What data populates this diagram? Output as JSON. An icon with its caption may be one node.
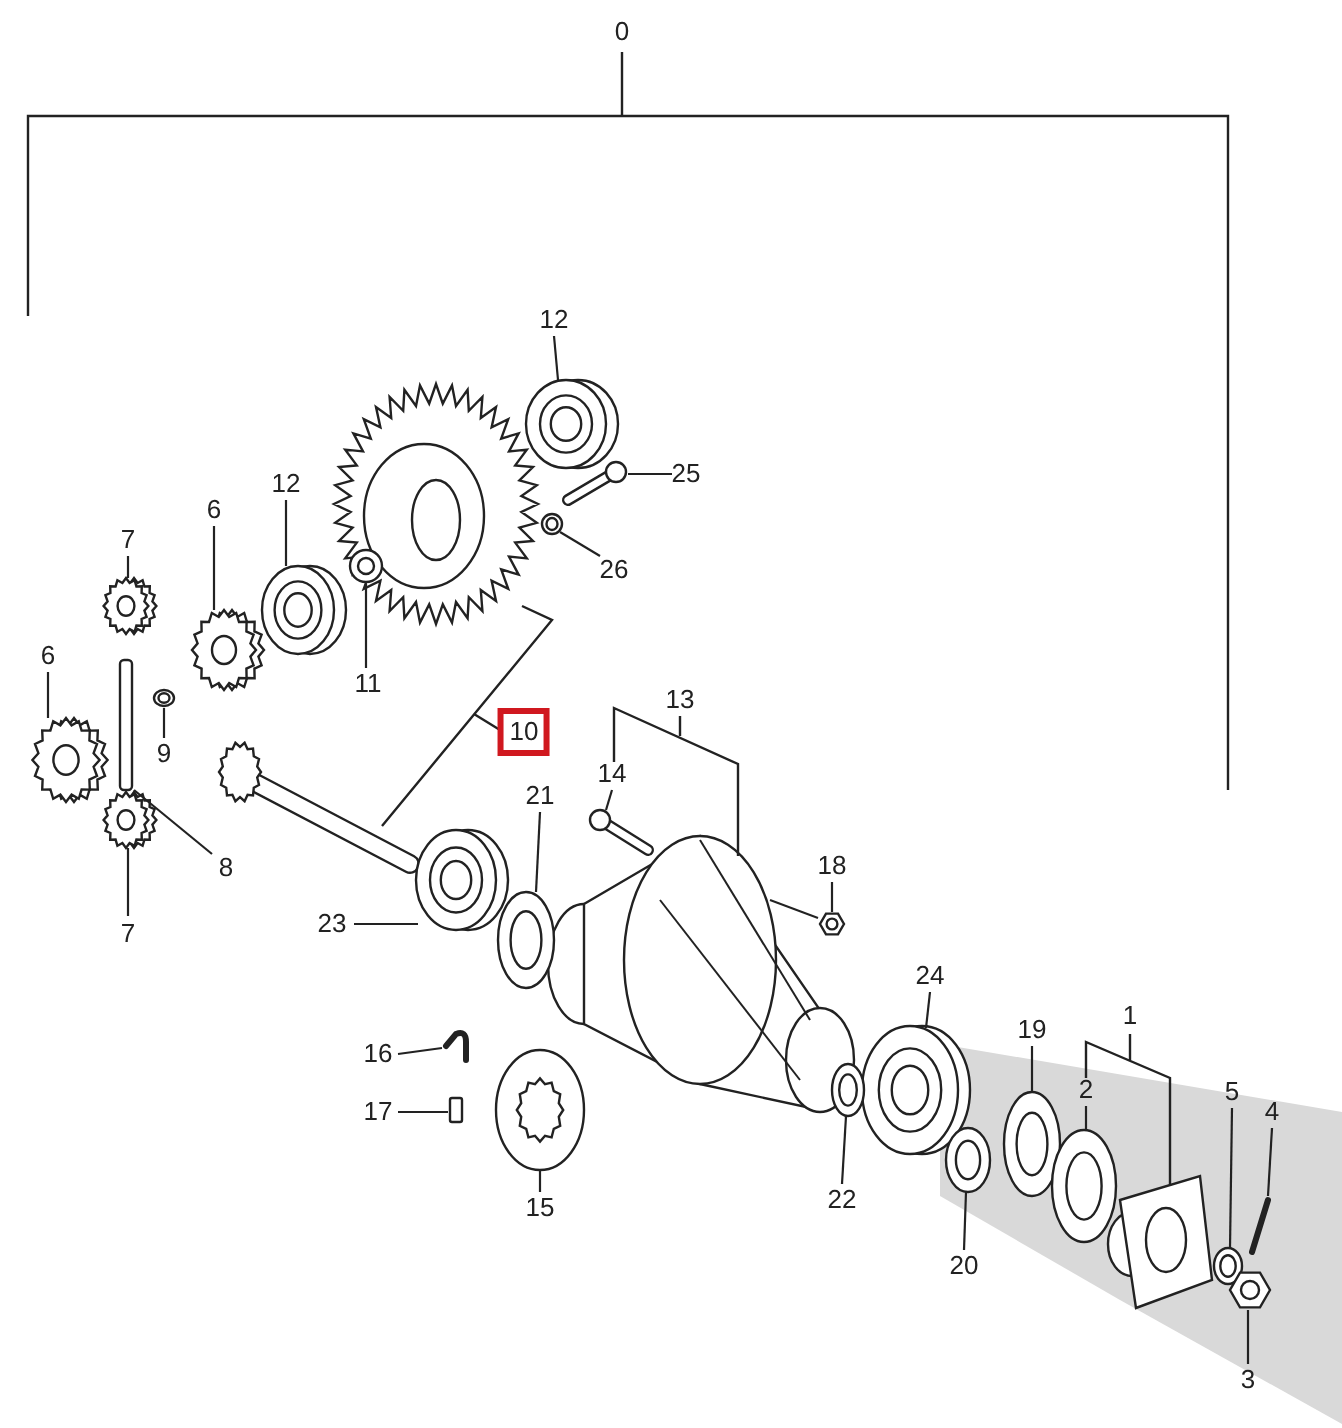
{
  "diagram": {
    "nodes": [
      {
        "text": [
          "12"
        ]
      },
      {
        "text": [],
        "shape": "picture"
      },
      {
        "text": [
          "25"
        ]
      },
      {
        "text": [],
        "shape": "picture"
      },
      {
        "text": [
          "12"
        ]
      },
      {
        "text": [],
        "shape": "picture"
      },
      {
        "text": [
          "6"
        ]
      },
      {
        "text": [],
        "shape": "picture"
      },
      {
        "text": [
          "7"
        ]
      },
      {
        "text": [],
        "shape": "picture"
      },
      {
        "text": [
          "26"
        ]
      },
      {
        "text": [],
        "shape": "picture"
      },
      {
        "text": [
          "6"
        ]
      },
      {
        "text": [],
        "shape": "picture"
      },
      {
        "text": [
          "11"
        ]
      },
      {
        "text": [],
        "shape": "picture"
      },
      {
        "text": [
          "9"
        ]
      },
      {
        "text": [],
        "shape": "picture"
      },
      {
        "text": [
          "14"
        ]
      },
      {
        "text": [],
        "shape": "picture"
      },
      {
        "text": [
          "21"
        ]
      },
      {
        "text": [],
        "shape": "picture"
      },
      {
        "text": [
          "8"
        ]
      },
      {
        "text": [],
        "shape": "bar"
      },
      {
        "text": [
          "23"
        ]
      },
      {
        "text": [],
        "shape": "picture"
      },
      {
        "text": [
          "18"
        ]
      },
      {
        "text": [],
        "shape": "picture"
      },
      {
        "text": [
          "7"
        ]
      },
      {
        "text": [],
        "shape": "picture"
      },
      {
        "text": [
          "24"
        ]
      },
      {
        "text": [],
        "shape": "picture"
      },
      {
        "text": [
          "19"
        ]
      },
      {
        "text": [],
        "shape": "picture"
      },
      {
        "text": [
          "16"
        ]
      },
      {
        "text": [],
        "shape": "picture"
      },
      {
        "text": [
          "2"
        ]
      },
      {
        "text": [],
        "shape": "picture"
      },
      {
        "text": [
          "5"
        ]
      },
      {
        "text": [],
        "shape": "picture"
      },
      {
        "text": [
          "4"
        ]
      },
      {
        "text": [],
        "shape": "picture"
      },
      {
        "text": [
          "17"
        ]
      },
      {
        "text": [],
        "shape": "bar"
      },
      {
        "text": [
          "22"
        ]
      },
      {
        "text": [],
        "shape": "picture"
      },
      {
        "text": [
          "15"
        ]
      },
      {
        "text": [],
        "shape": "picture"
      },
      {
        "text": [
          "20"
        ]
      },
      {
        "text": [],
        "shape": "picture"
      },
      {
        "text": [
          "3"
        ]
      },
      {
        "text": [],
        "shape": "picture"
      }
    ],
    "edges": [
      {
        "from": 0,
        "to": 1,
        "arrow": "none"
      },
      {
        "from": 2,
        "to": 3,
        "arrow": "none"
      },
      {
        "from": 4,
        "to": 5,
        "arrow": "none"
      },
      {
        "from": 6,
        "to": 7,
        "arrow": "none"
      },
      {
        "from": 8,
        "to": 9,
        "arrow": "none"
      },
      {
        "from": 10,
        "to": 11,
        "arrow": "none"
      },
      {
        "from": 12,
        "to": 13,
        "arrow": "none"
      },
      {
        "from": 14,
        "to": 15,
        "arrow": "none"
      },
      {
        "from": 16,
        "to": 17,
        "arrow": "none"
      },
      {
        "from": 18,
        "to": 19,
        "arrow": "none"
      },
      {
        "from": 20,
        "to": 21,
        "arrow": "none"
      },
      {
        "from": 22,
        "to": 23,
        "arrow": "none"
      },
      {
        "from": 24,
        "to": 25,
        "arrow": "none"
      },
      {
        "from": 26,
        "to": 27,
        "arrow": "none"
      },
      {
        "from": 28,
        "to": 29,
        "arrow": "none"
      },
      {
        "from": 30,
        "to": 31,
        "arrow": "none"
      },
      {
        "from": 32,
        "to": 33,
        "arrow": "none"
      },
      {
        "from": 34,
        "to": 35,
        "arrow": "none"
      },
      {
        "from": 36,
        "to": 37,
        "arrow": "none"
      },
      {
        "from": 38,
        "to": 39,
        "arrow": "none"
      },
      {
        "from": 40,
        "to": 41,
        "arrow": "none"
      },
      {
        "from": 42,
        "to": 43,
        "arrow": "none"
      },
      {
        "from": 44,
        "to": 45,
        "arrow": "none"
      },
      {
        "from": 46,
        "to": 47,
        "arrow": "none"
      },
      {
        "from": 48,
        "to": 49,
        "arrow": "none"
      },
      {
        "from": 50,
        "to": 51,
        "arrow": "none"
      }
    ],
    "labels": [
      "0",
      "13",
      "10",
      "1"
    ]
  }
}
